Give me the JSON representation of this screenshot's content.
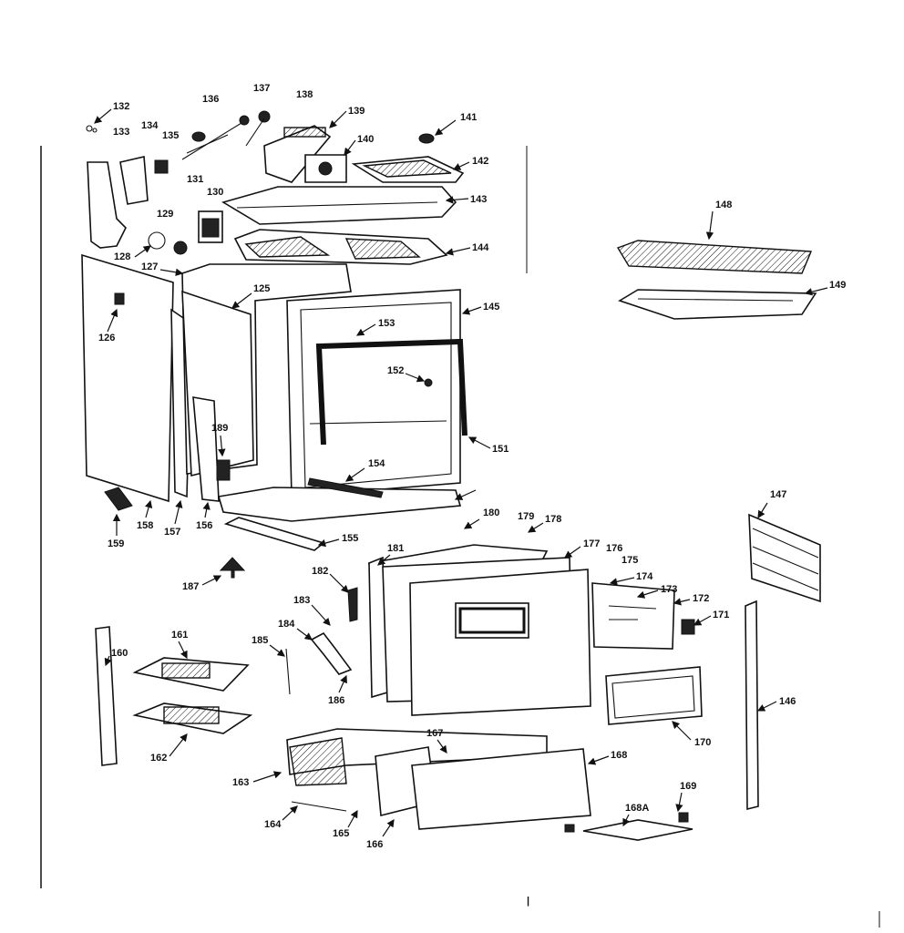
{
  "diagram": {
    "labels": {
      "l125": "125",
      "l126": "126",
      "l127": "127",
      "l128": "128",
      "l129": "129",
      "l130": "130",
      "l131": "131",
      "l132": "132",
      "l133": "133",
      "l134": "134",
      "l135": "135",
      "l136": "136",
      "l137": "137",
      "l138": "138",
      "l139": "139",
      "l140": "140",
      "l141": "141",
      "l142": "142",
      "l143": "143",
      "l144": "144",
      "l145": "145",
      "l146": "146",
      "l147": "147",
      "l148": "148",
      "l149": "149",
      "l151": "151",
      "l152": "152",
      "l153": "153",
      "l154": "154",
      "l155": "155",
      "l156": "156",
      "l157": "157",
      "l158": "158",
      "l159": "159",
      "l160": "160",
      "l161": "161",
      "l162": "162",
      "l163a": "163",
      "l164a": "164",
      "l165a": "165",
      "l166a": "166",
      "l167a": "167",
      "l168": "168",
      "l169": "169",
      "l170": "170",
      "l171": "171",
      "l172": "172",
      "l173": "173",
      "l174": "174",
      "l175": "175",
      "l176": "176",
      "l177": "177",
      "l178": "178",
      "l179": "179",
      "l180": "180",
      "l181": "181",
      "l182": "182",
      "l183": "183",
      "l184": "184",
      "l185": "185",
      "l186": "186",
      "l187": "187",
      "l163b": "163",
      "l164b": "164",
      "l165b": "165",
      "l166b": "166",
      "l167b": "167",
      "l168a": "168A",
      "l169b": "169",
      "l189": "189"
    }
  }
}
